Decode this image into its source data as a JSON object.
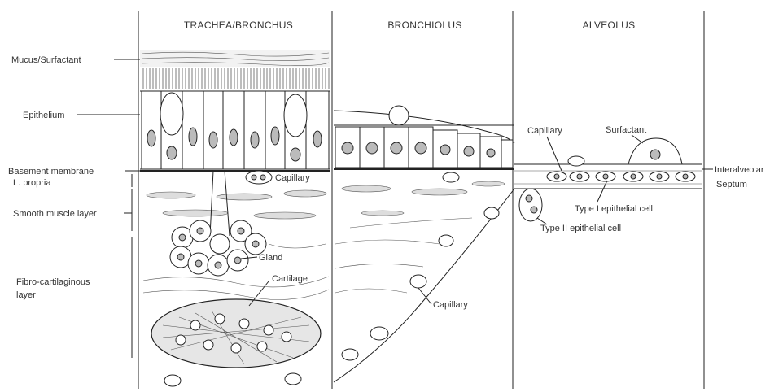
{
  "headers": {
    "trachea": "TRACHEA/BRONCHUS",
    "bronchiolus": "BRONCHIOLUS",
    "alveolus": "ALVEOLUS"
  },
  "left_labels": {
    "mucus": "Mucus/Surfactant",
    "epithelium": "Epithelium",
    "basement": "Basement membrane",
    "lpropria": "L. propria",
    "smooth_muscle": "Smooth muscle layer",
    "fibro_1": "Fibro-cartilaginous",
    "fibro_2": "layer"
  },
  "inner_labels": {
    "capillary_top": "Capillary",
    "gland": "Gland",
    "cartilage": "Cartilage",
    "capillary_bronchiolus": "Capillary",
    "capillary_alveolus": "Capillary",
    "surfactant": "Surfactant",
    "type1": "Type I epithelial cell",
    "type2": "Type II epithelial cell"
  },
  "right_labels": {
    "interalveolar_1": "Interalveolar",
    "interalveolar_2": "Septum"
  }
}
